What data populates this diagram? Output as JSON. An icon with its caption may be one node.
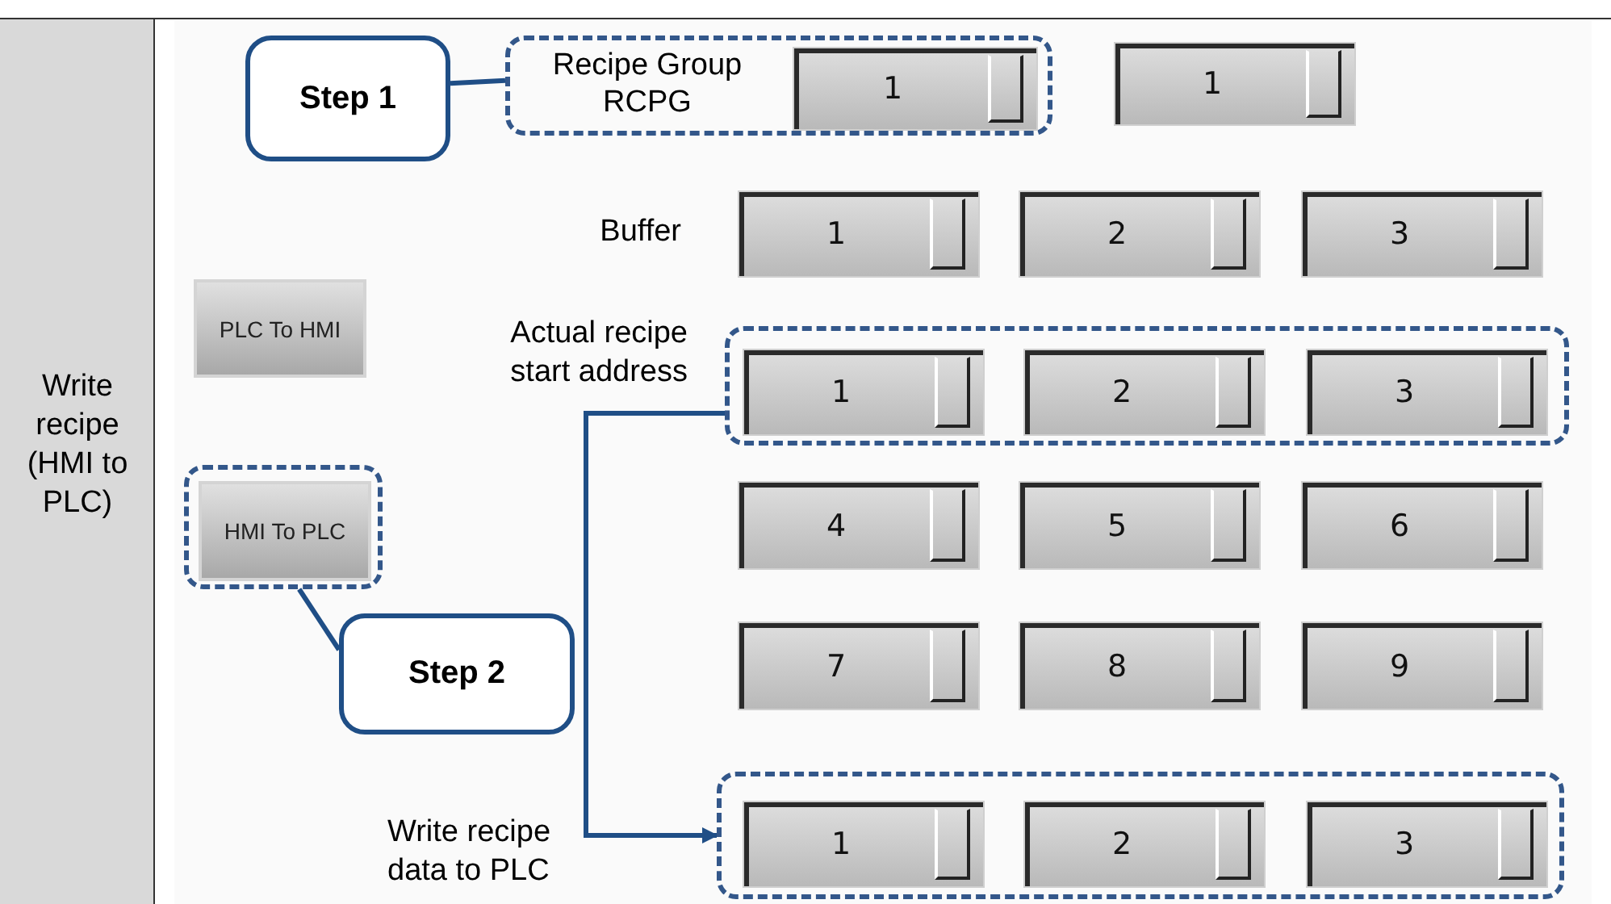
{
  "diagram": {
    "nodes": [
      {
        "text": [
          "Step 1"
        ]
      },
      {
        "text": [
          "Recipe Group RCPG"
        ]
      },
      {
        "text": [
          "1"
        ],
        "in": 1
      },
      {
        "text": [
          "1"
        ]
      },
      {
        "text": [
          "1"
        ]
      },
      {
        "text": [
          "2"
        ]
      },
      {
        "text": [
          "3"
        ]
      },
      {
        "text": [
          "PLC To HMI"
        ]
      },
      {
        "text": [],
        "shape": "box"
      },
      {
        "text": [
          "1"
        ],
        "in": 8
      },
      {
        "text": [
          "2"
        ],
        "in": 8
      },
      {
        "text": [
          "3"
        ],
        "in": 8
      },
      {
        "text": [],
        "shape": "box"
      },
      {
        "text": [
          "HMI To PLC"
        ],
        "in": 12
      },
      {
        "text": [
          "Step 2"
        ]
      },
      {
        "text": [
          "4"
        ]
      },
      {
        "text": [
          "5"
        ]
      },
      {
        "text": [
          "6"
        ]
      },
      {
        "text": [
          "7"
        ]
      },
      {
        "text": [
          "8"
        ]
      },
      {
        "text": [
          "9"
        ]
      },
      {
        "text": [],
        "shape": "box"
      },
      {
        "text": [
          "1"
        ],
        "in": 21
      },
      {
        "text": [
          "2"
        ],
        "in": 21
      },
      {
        "text": [
          "3"
        ],
        "in": 21
      }
    ],
    "edges": [
      {
        "from": 0,
        "to": 1,
        "arrow": "none"
      },
      {
        "from": 14,
        "to": 12,
        "arrow": "none"
      },
      {
        "from": 8,
        "to": 21,
        "arrow": "to",
        "label": "Write recipe data to PLC"
      }
    ],
    "labels": [
      "Write recipe (HMI to PLC)",
      "Buffer",
      "Actual recipe start address"
    ]
  }
}
